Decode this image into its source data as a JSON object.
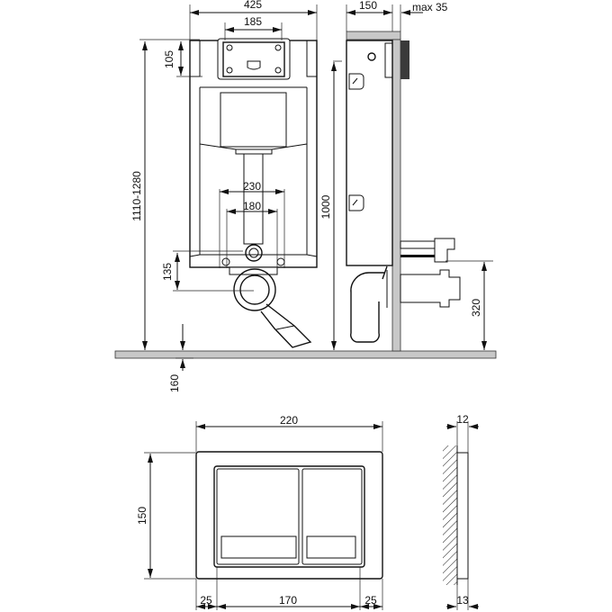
{
  "drawing": {
    "front_view": {
      "width_label": "425",
      "module_width_label": "185",
      "top_offset_label": "105",
      "height_range_label": "1110-1280",
      "outer_bolt_spacing_label": "230",
      "inner_bolt_spacing_label": "180",
      "outlet_height_label": "135",
      "floor_depth_label": "160",
      "support_height_label": "1000"
    },
    "side_view": {
      "depth_label": "150",
      "wall_max_label": "max 35",
      "outlet_floor_height_label": "320"
    },
    "flush_plate_front": {
      "width_label": "220",
      "height_label": "150",
      "left_margin_label": "25",
      "buttons_width_label": "170",
      "right_margin_label": "25"
    },
    "flush_plate_side": {
      "top_depth_label": "12",
      "bottom_depth_label": "13"
    },
    "colors": {
      "line": "#111111",
      "wall": "#c8c8c8",
      "plate": "#3a3a3a"
    }
  }
}
